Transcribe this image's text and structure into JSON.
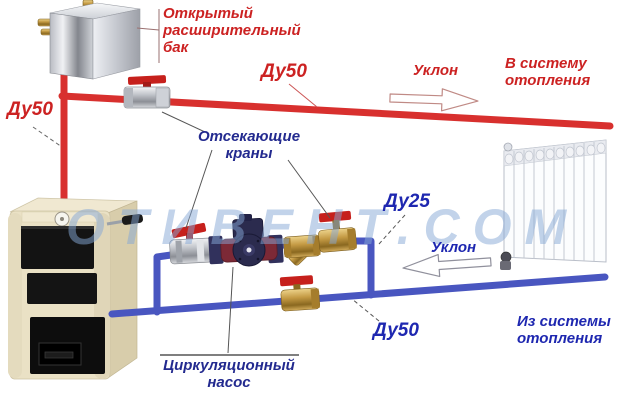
{
  "diagram": {
    "labels": {
      "expansion_tank": "Открытый\nрасширительный\nбак",
      "du50_riser": "Ду50",
      "du50_supply": "Ду50",
      "slope_supply": "Уклон",
      "to_system": "В систему\nотопления",
      "shutoff_valves": "Отсекающие\nкраны",
      "du25_bypass": "Ду25",
      "slope_return": "Уклон",
      "from_system": "Из системы\nотопления",
      "du50_return": "Ду50",
      "circulation_pump": "Циркуляционный\nнасос"
    },
    "watermark": "ОТИВЕНТ.СОМ",
    "colors": {
      "supply_pipe_red": "#d8302e",
      "return_pipe_blue": "#4956c0",
      "label_red": "#cc2222",
      "label_blue": "#1e27b0",
      "label_navy": "#232a8f"
    },
    "icons": {
      "flow_arrow_supply": "right-block-arrow",
      "flow_arrow_return": "left-block-arrow"
    }
  }
}
